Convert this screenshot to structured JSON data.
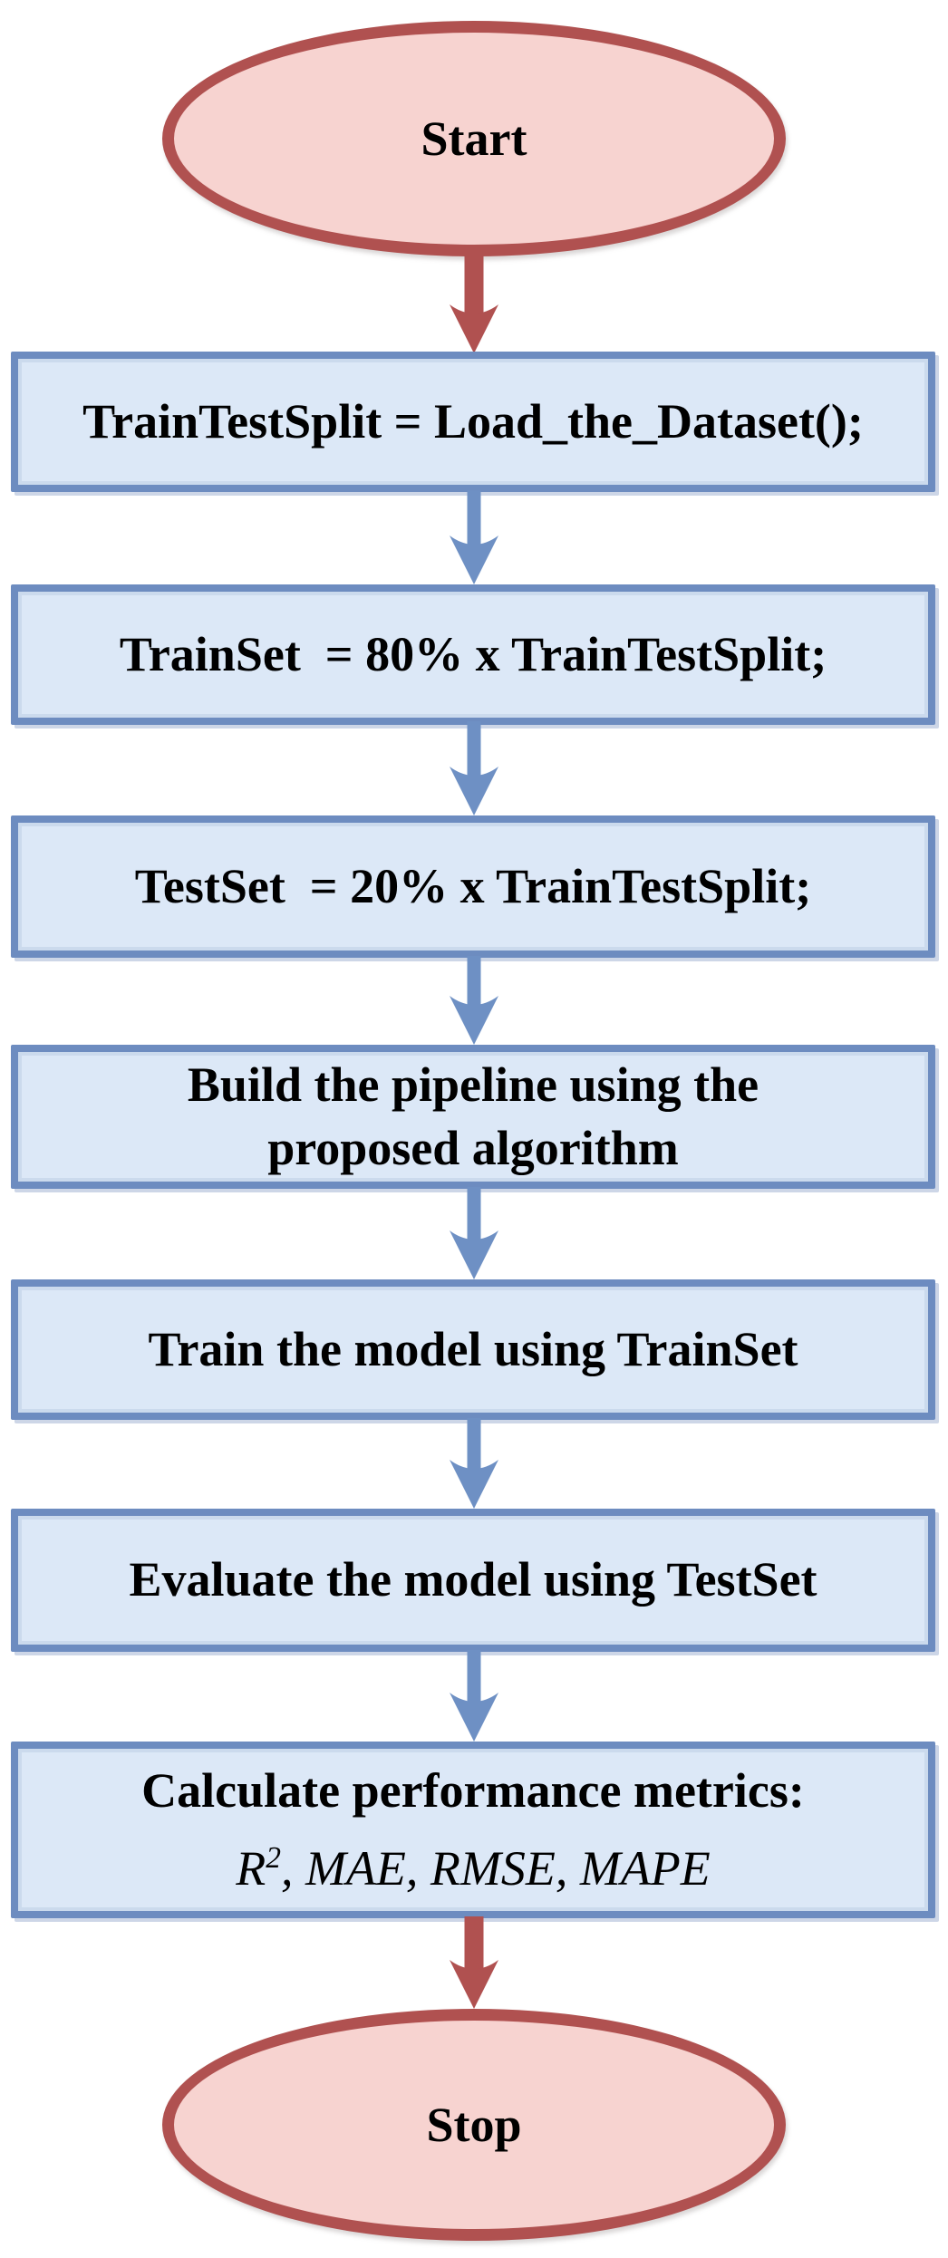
{
  "flowchart": {
    "start": {
      "label": "Start"
    },
    "steps": [
      {
        "name": "load-dataset",
        "lines": [
          "TrainTestSplit = Load_the_Dataset();"
        ]
      },
      {
        "name": "train-split",
        "lines": [
          "TrainSet  = 80% x TrainTestSplit;"
        ]
      },
      {
        "name": "test-split",
        "lines": [
          "TestSet  = 20% x TrainTestSplit;"
        ]
      },
      {
        "name": "build-pipeline",
        "lines": [
          "Build the pipeline using the",
          "proposed algorithm"
        ]
      },
      {
        "name": "train-model",
        "lines": [
          "Train the model using TrainSet"
        ]
      },
      {
        "name": "evaluate-model",
        "lines": [
          "Evaluate the model using TestSet"
        ]
      },
      {
        "name": "calculate-metrics",
        "lines": [
          "Calculate performance metrics:"
        ],
        "metrics_line": {
          "base": "R",
          "sup": "2",
          "rest": ", MAE, RMSE, MAPE"
        }
      }
    ],
    "stop": {
      "label": "Stop"
    },
    "colors": {
      "process_fill": "#dce8f7",
      "process_border": "#6d8cc0",
      "terminator_fill": "#f7d3d0",
      "terminator_border": "#b05150",
      "arrow_blue": "#6e90c4",
      "arrow_red": "#b05150",
      "text": "#000000"
    }
  }
}
